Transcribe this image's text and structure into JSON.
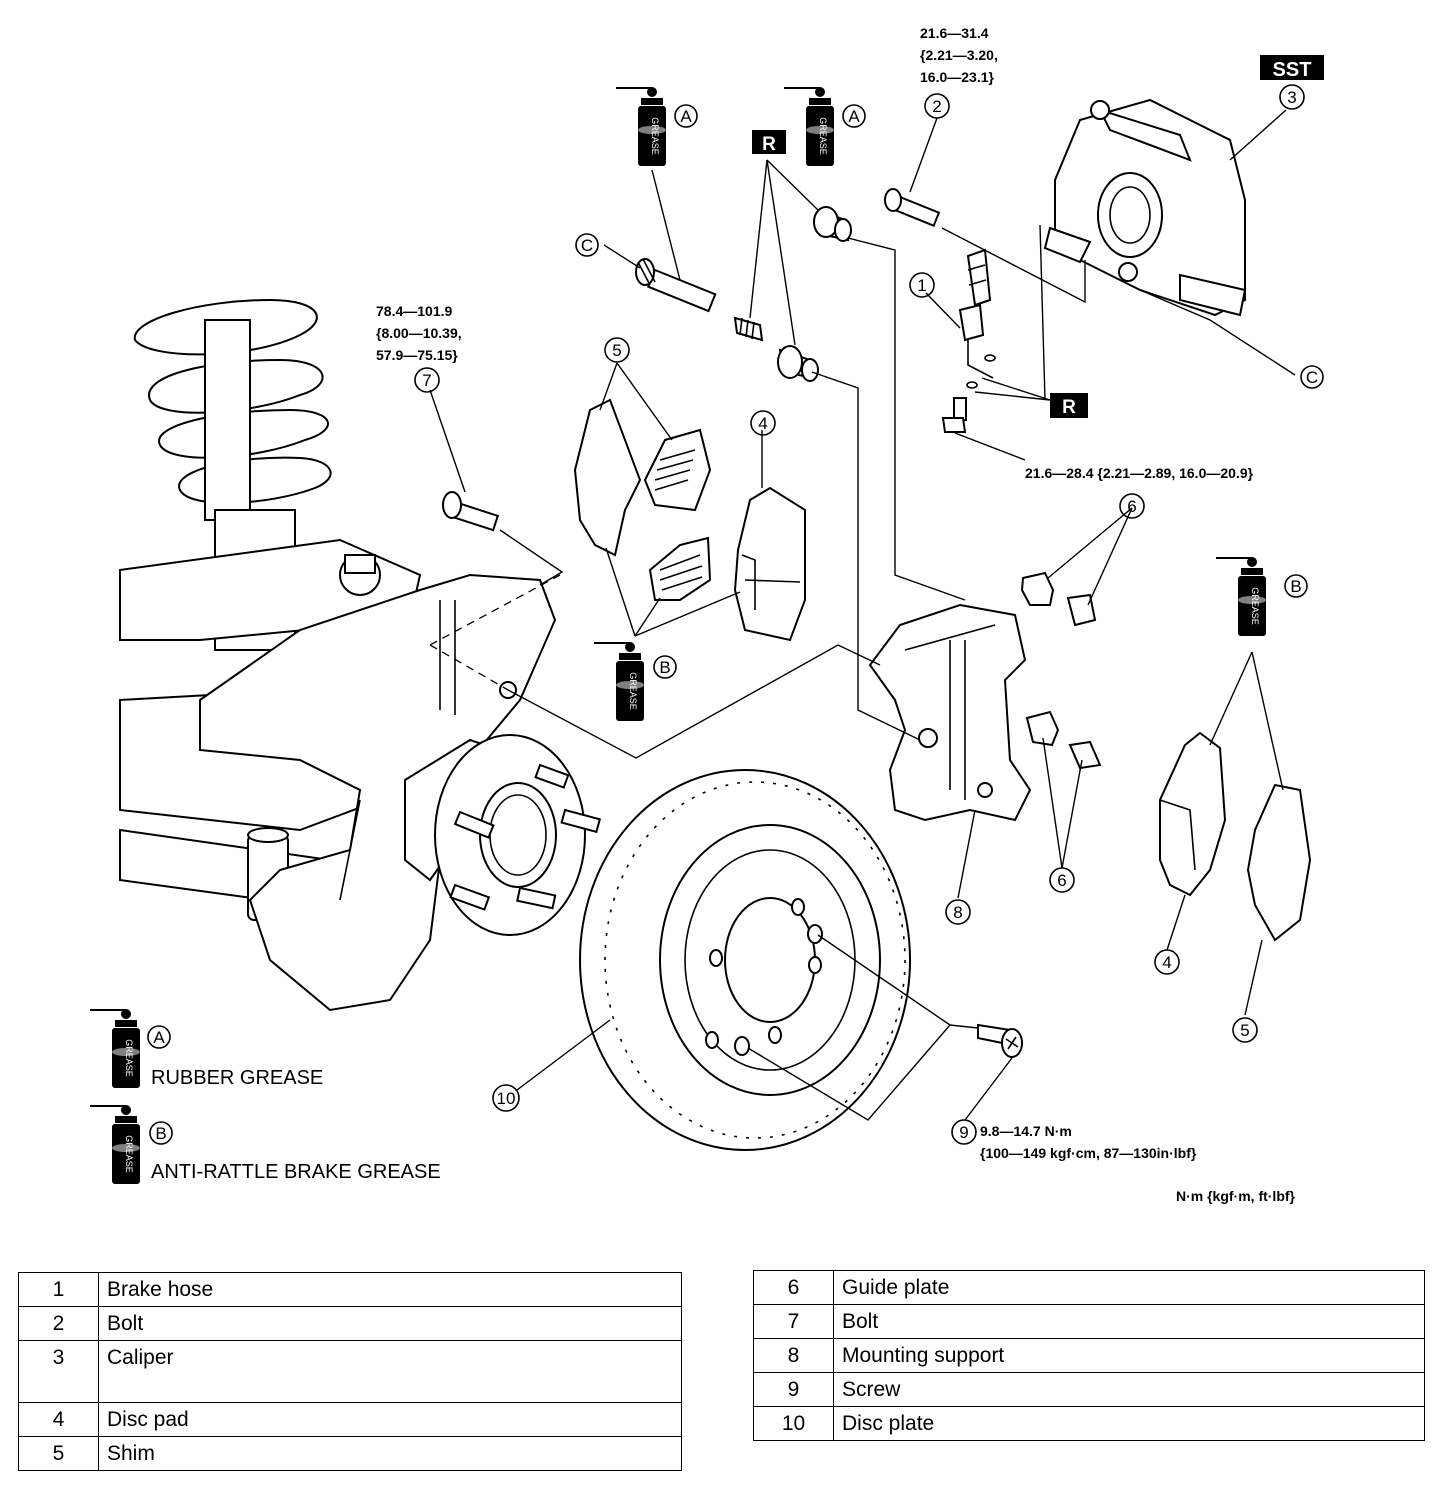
{
  "badges": {
    "sst": "SST",
    "r": "R"
  },
  "grease": {
    "can_text": "GREASE",
    "a": "A",
    "b": "B",
    "c": "C",
    "legend_a": "RUBBER GREASE",
    "legend_b": "ANTI-RATTLE BRAKE GREASE"
  },
  "callouts": [
    "1",
    "2",
    "3",
    "4",
    "5",
    "6",
    "7",
    "8",
    "9",
    "10"
  ],
  "torque": {
    "bolt2": [
      "21.6—31.4",
      "{2.21—3.20,",
      "16.0—23.1}"
    ],
    "bolt7": [
      "78.4—101.9",
      "{8.00—10.39,",
      "57.9—75.15}"
    ],
    "hose": "21.6—28.4 {2.21—2.89, 16.0—20.9}",
    "screw9": [
      "9.8—14.7 N·m",
      "{100—149 kgf·cm, 87—130in·lbf}"
    ],
    "units": "N·m {kgf·m, ft·lbf}"
  },
  "table_left": [
    {
      "n": "1",
      "name": "Brake hose"
    },
    {
      "n": "2",
      "name": "Bolt"
    },
    {
      "n": "3",
      "name": "Caliper"
    },
    {
      "n": "4",
      "name": "Disc pad"
    },
    {
      "n": "5",
      "name": "Shim"
    }
  ],
  "table_right": [
    {
      "n": "6",
      "name": "Guide plate"
    },
    {
      "n": "7",
      "name": "Bolt"
    },
    {
      "n": "8",
      "name": "Mounting support"
    },
    {
      "n": "9",
      "name": "Screw"
    },
    {
      "n": "10",
      "name": "Disc plate"
    }
  ]
}
